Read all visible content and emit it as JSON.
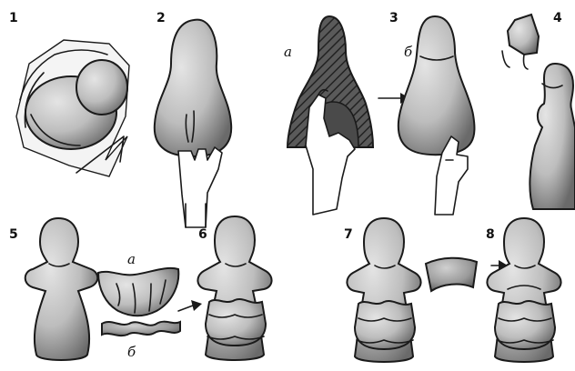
{
  "steps": {
    "s1": "1",
    "s2": "2",
    "s3": "3",
    "s4": "4",
    "s5": "5",
    "s6": "6",
    "s7": "7",
    "s8": "8"
  },
  "sublabels": {
    "step3_a": "а",
    "step3_b": "б",
    "step5_a": "а",
    "step5_b": "б"
  },
  "colors": {
    "ink": "#1a1a1a",
    "clay_light": "#d6d6d6",
    "clay_dark": "#6e6e6e",
    "background": "#ffffff"
  }
}
